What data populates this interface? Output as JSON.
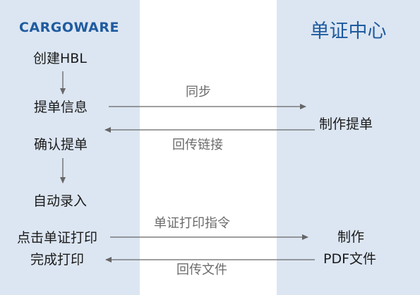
{
  "lanes": {
    "left_title": "CARGOWARE",
    "right_title": "单证中心"
  },
  "left_steps": {
    "create_hbl": "创建HBL",
    "submit_info": "提单信息",
    "confirm_bl": "确认提单",
    "auto_entry": "自动录入",
    "click_print": "点击单证打印",
    "complete_print": "完成打印"
  },
  "right_steps": {
    "make_bl": "制作提单",
    "make": "制作",
    "pdf_file": "PDF文件"
  },
  "messages": {
    "sync": "同步",
    "return_link": "回传链接",
    "print_command": "单证打印指令",
    "return_file": "回传文件"
  },
  "colors": {
    "lane_bg": "#dce6f2",
    "brand_blue": "#1f5b9f",
    "arrow_gray": "#666666"
  }
}
